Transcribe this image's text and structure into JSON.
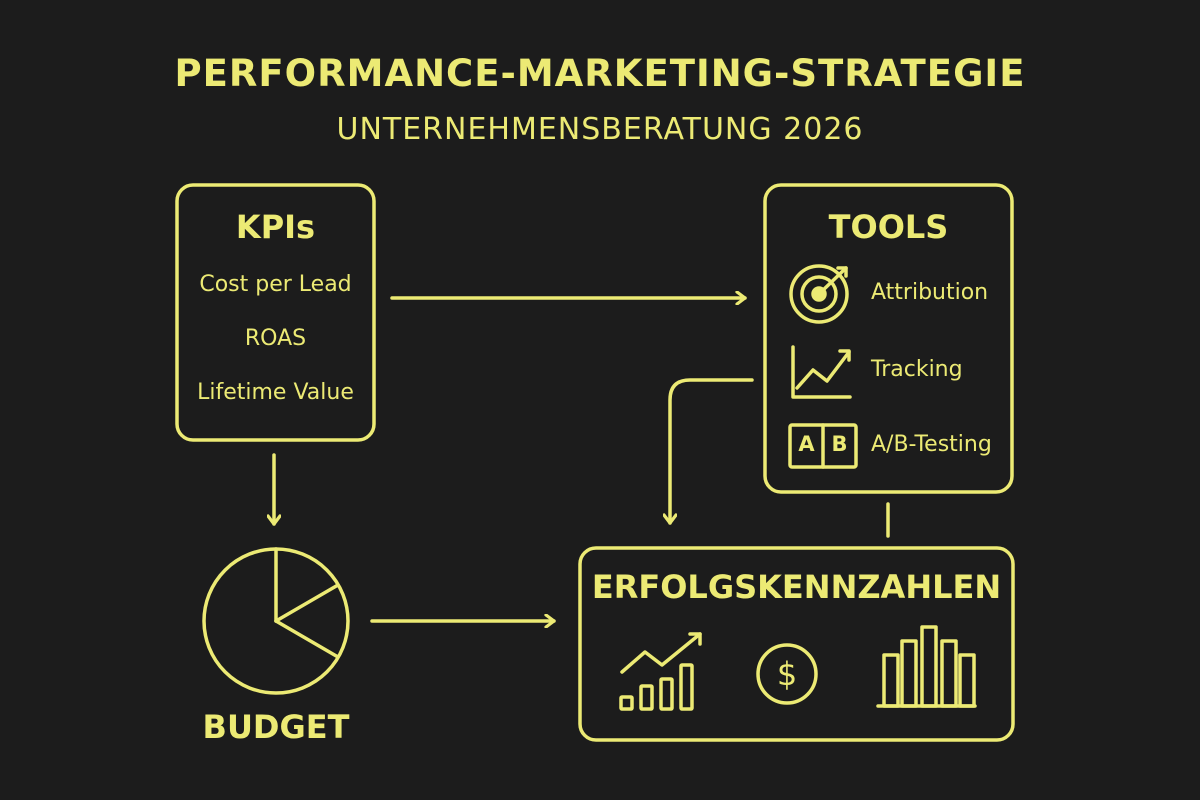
{
  "title": "PERFORMANCE-MARKETING-STRATEGIE",
  "subtitle": "UNTERNEHMENSBERATUNG 2026",
  "colors": {
    "background": "#1c1c1c",
    "accent": "#ecea74"
  },
  "kpis": {
    "heading": "KPIs",
    "items": [
      "Cost per Lead",
      "ROAS",
      "Lifetime Value"
    ]
  },
  "tools": {
    "heading": "TOOLS",
    "items": [
      {
        "label": "Attribution",
        "icon": "target-icon"
      },
      {
        "label": "Tracking",
        "icon": "trend-line-icon"
      },
      {
        "label": "A/B-Testing",
        "icon": "ab-test-icon",
        "badge_a": "A",
        "badge_b": "B"
      }
    ]
  },
  "budget": {
    "label": "BUDGET",
    "icon": "pie-chart-icon"
  },
  "success": {
    "heading": "ERFOLGSKENNZAHLEN",
    "icons": [
      "growth-bars-icon",
      "dollar-coin-icon",
      "bar-chart-icon"
    ],
    "currency_symbol": "$"
  }
}
